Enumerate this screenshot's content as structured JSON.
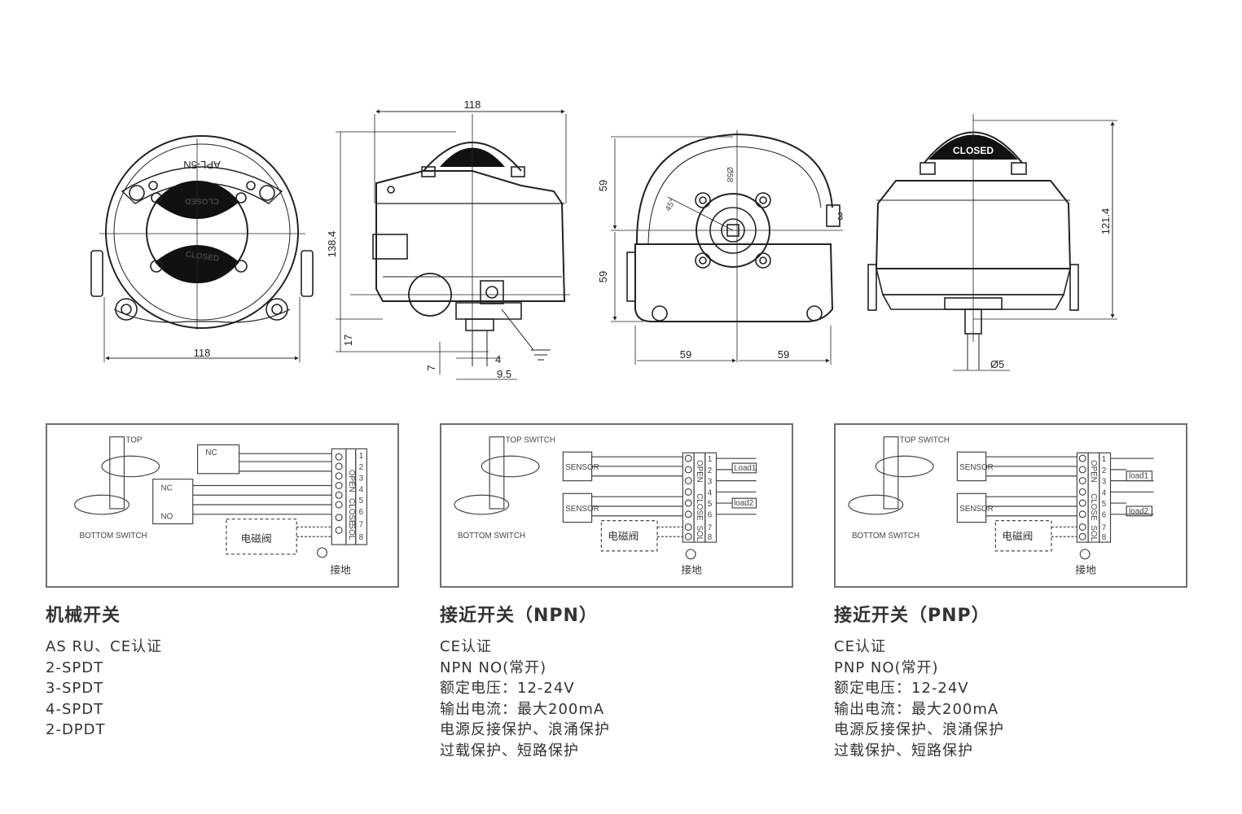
{
  "drawings": {
    "top_view": {
      "model": "APL-5N",
      "indicator": "CLOSED",
      "indicator_rev": "CLOSED",
      "width_dim": "118"
    },
    "side_view": {
      "width_dim": "118",
      "height_dim": "138.4",
      "base_dim": "17",
      "shaft_dim_a": "7",
      "shaft_dim_b": "4",
      "shaft_dim_c": "9.5"
    },
    "bottom_view": {
      "upper_dim": "59",
      "lower_dim": "59",
      "left_dim": "59",
      "right_dim": "59",
      "angle": "45°",
      "bolt_dim": "Ø58",
      "side_mark": "3"
    },
    "front_view": {
      "indicator": "CLOSED",
      "height_dim": "121.4",
      "shaft_dim": "Ø5"
    }
  },
  "panels": [
    {
      "top_label": "TOP",
      "bottom_label": "BOTTOM SWITCH",
      "valve_label": "电磁阀",
      "ground_label": "接地",
      "nc_labels": [
        "NC",
        "NC",
        "NO"
      ],
      "terminals": [
        "1",
        "2",
        "3",
        "4",
        "5",
        "6",
        "7",
        "8"
      ],
      "groups": [
        "OPEN",
        "CLOSE",
        "SOL"
      ]
    },
    {
      "top_label": "TOP SWITCH",
      "bottom_label": "BOTTOM SWITCH",
      "valve_label": "电磁阀",
      "ground_label": "接地",
      "sensor_labels": [
        "SENSOR",
        "SENSOR"
      ],
      "loads": [
        "Load1",
        "load2"
      ],
      "terminals": [
        "1",
        "2",
        "3",
        "4",
        "5",
        "6",
        "7",
        "8"
      ],
      "groups": [
        "OPEN",
        "CLOSE",
        "SOL"
      ]
    },
    {
      "top_label": "TOP SWITCH",
      "bottom_label": "BOTTOM SWITCH",
      "valve_label": "电磁阀",
      "ground_label": "接地",
      "sensor_labels": [
        "SENSOR",
        "SENSOR"
      ],
      "loads": [
        "load1",
        "load2"
      ],
      "terminals": [
        "1",
        "2",
        "3",
        "4",
        "5",
        "6",
        "7",
        "8"
      ],
      "groups": [
        "OPEN",
        "CLOSE",
        "SOL"
      ]
    }
  ],
  "specs": [
    {
      "title": "机械开关",
      "lines": [
        "AS RU、CE认证",
        "2-SPDT",
        "3-SPDT",
        "4-SPDT",
        "2-DPDT"
      ]
    },
    {
      "title": "接近开关（NPN）",
      "lines": [
        "CE认证",
        "NPN NO(常开)",
        "额定电压：12-24V",
        "输出电流：最大200mA",
        "电源反接保护、浪涌保护",
        "过载保护、短路保护"
      ]
    },
    {
      "title": "接近开关（PNP）",
      "lines": [
        "CE认证",
        "PNP NO(常开)",
        "额定电压：12-24V",
        "输出电流：最大200mA",
        "电源反接保护、浪涌保护",
        "过载保护、短路保护"
      ]
    }
  ]
}
